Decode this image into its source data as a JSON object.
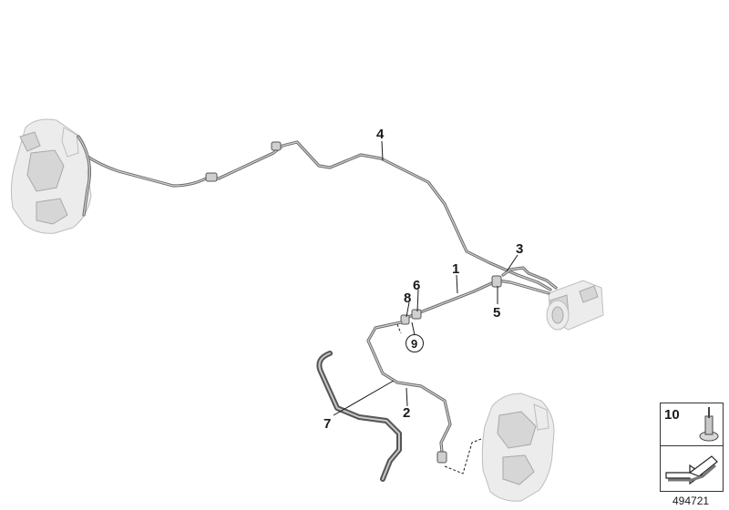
{
  "callouts": [
    {
      "id": "1",
      "label": "1"
    },
    {
      "id": "2",
      "label": "2"
    },
    {
      "id": "3",
      "label": "3"
    },
    {
      "id": "4",
      "label": "4"
    },
    {
      "id": "5",
      "label": "5"
    },
    {
      "id": "6",
      "label": "6"
    },
    {
      "id": "7",
      "label": "7"
    },
    {
      "id": "8",
      "label": "8"
    },
    {
      "id": "9",
      "label": "9"
    }
  ],
  "legend": {
    "number": "10"
  },
  "reference_number": "494721"
}
